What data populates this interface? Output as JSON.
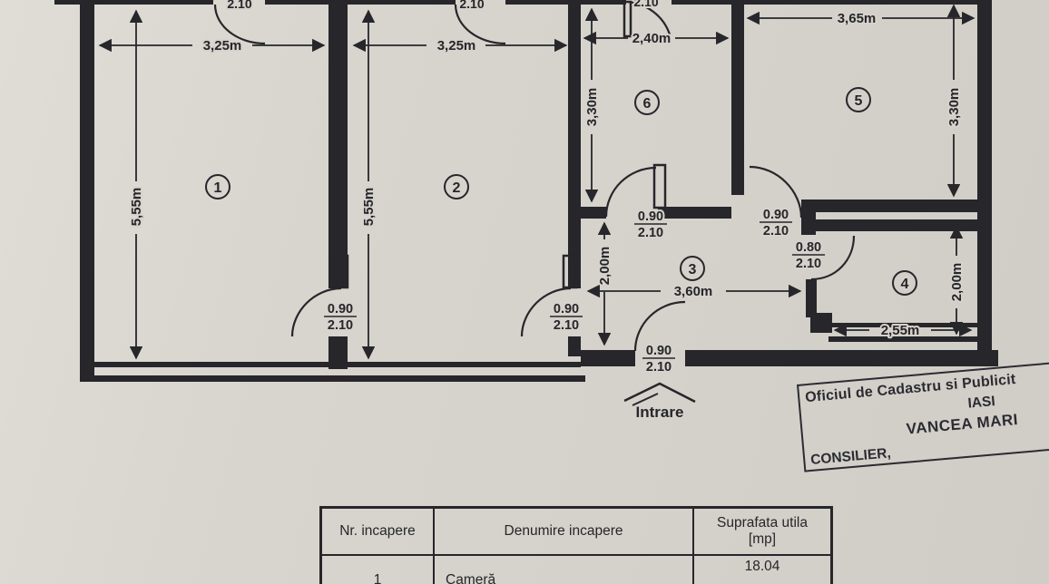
{
  "plan": {
    "rooms": [
      {
        "number": "1",
        "width": "3,25m",
        "height": "5,55m"
      },
      {
        "number": "2",
        "width": "3,25m",
        "height": "5,55m"
      },
      {
        "number": "3",
        "width": "3,60m",
        "height": "2,00m"
      },
      {
        "number": "4",
        "width": "2,55m",
        "height": "2,00m"
      },
      {
        "number": "5",
        "width": "3,65m",
        "height": "3,30m"
      },
      {
        "number": "6",
        "width": "2,40m",
        "height": "3,30m"
      }
    ],
    "doors": {
      "room1": {
        "w": "0.90",
        "h": "2.10"
      },
      "room2": {
        "w": "0.90",
        "h": "2.10"
      },
      "room6": {
        "w": "0.90",
        "h": "2.10"
      },
      "room5": {
        "w": "0.90",
        "h": "2.10"
      },
      "room4": {
        "w": "0.80",
        "h": "2.10"
      },
      "entrance": {
        "w": "0.90",
        "h": "2.10"
      },
      "clipped_height": "2.10"
    },
    "entrance_label": "Intrare"
  },
  "stamp": {
    "line1": "Oficiul de Cadastru si Publicit",
    "line2": "IASI",
    "line3": "VANCEA MARI",
    "line4": "CONSILIER,"
  },
  "table": {
    "header": {
      "col1": "Nr. incapere",
      "col2": "Denumire incapere",
      "col3a": "Suprafata utila",
      "col3b": "[mp]"
    },
    "rows": [
      {
        "nr": "1",
        "name": "Cameră",
        "area": "18.04"
      }
    ]
  }
}
